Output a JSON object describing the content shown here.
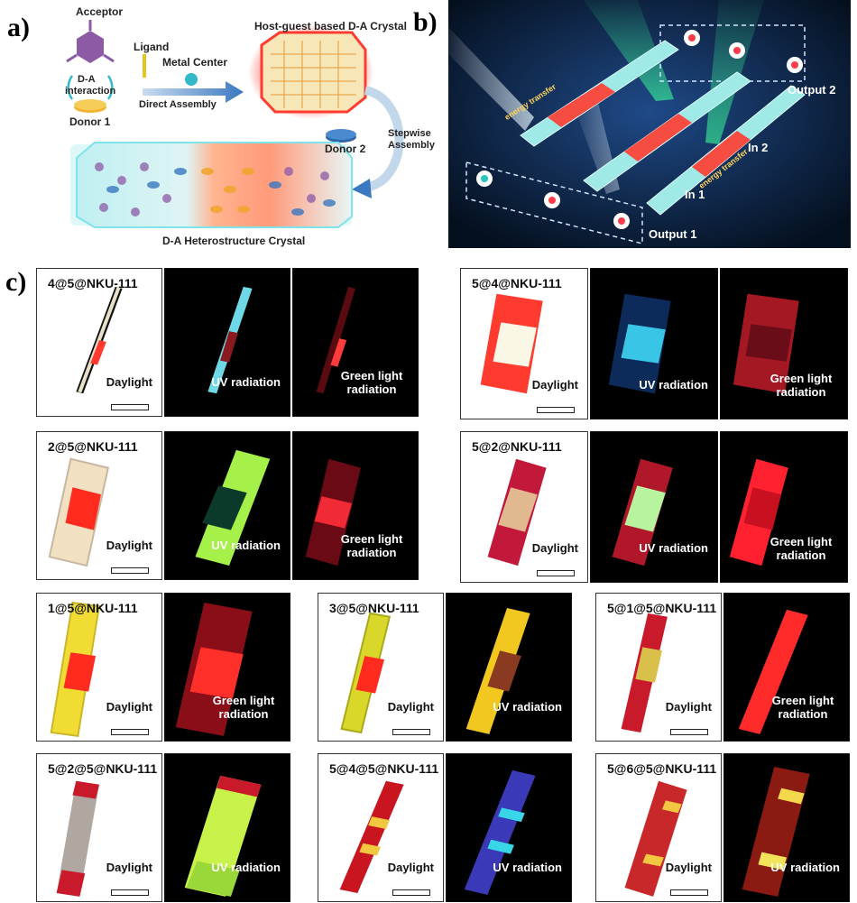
{
  "panels": {
    "a": "a)",
    "b": "b)",
    "c": "c)"
  },
  "panel_a": {
    "acceptor": "Acceptor",
    "da_interaction_1": "D-A",
    "da_interaction_2": "interaction",
    "donor1": "Donor 1",
    "ligand": "Ligand",
    "metal_center": "Metal Center",
    "direct_assembly": "Direct Assembly",
    "host_guest": "Host-guest based D-A Crystal",
    "donor2": "Donor 2",
    "stepwise_1": "Stepwise",
    "stepwise_2": "Assembly",
    "hetero": "D-A Heterostructure Crystal",
    "colors": {
      "acceptor": "#8d5aa6",
      "donor": "#f2b531",
      "metal": "#33b9c9",
      "donor2": "#3a78c0",
      "glow_red": "#ff3b2f",
      "glow_cyan": "#7fe3ea"
    }
  },
  "panel_b": {
    "output2": "Output 2",
    "output1": "Output 1",
    "in1": "In 1",
    "in2": "In 2",
    "energy_transfer": "energy transfer"
  },
  "panel_c": {
    "tiles": [
      {
        "id": "t1",
        "name": "4@5@NKU-111",
        "caption": "Daylight"
      },
      {
        "id": "t2",
        "caption": "UV radiation"
      },
      {
        "id": "t3",
        "caption": "Green light radiation",
        "cap1": "Green light",
        "cap2": "radiation"
      },
      {
        "id": "t4",
        "name": "5@4@NKU-111",
        "caption": "Daylight"
      },
      {
        "id": "t5",
        "caption": "UV radiation"
      },
      {
        "id": "t6",
        "cap1": "Green light",
        "cap2": "radiation"
      },
      {
        "id": "t7",
        "name": "2@5@NKU-111",
        "caption": "Daylight"
      },
      {
        "id": "t8",
        "caption": "UV radiation"
      },
      {
        "id": "t9",
        "cap1": "Green light",
        "cap2": "radiation"
      },
      {
        "id": "t10",
        "name": "5@2@NKU-111",
        "caption": "Daylight"
      },
      {
        "id": "t11",
        "caption": "UV radiation"
      },
      {
        "id": "t12",
        "cap1": "Green light",
        "cap2": "radiation"
      },
      {
        "id": "t13",
        "name": "1@5@NKU-111",
        "caption": "Daylight"
      },
      {
        "id": "t14",
        "cap1": "Green light",
        "cap2": "radiation"
      },
      {
        "id": "t15",
        "name": "3@5@NKU-111",
        "caption": "Daylight"
      },
      {
        "id": "t16",
        "caption": "UV radiation"
      },
      {
        "id": "t17",
        "name": "5@1@5@NKU-111",
        "caption": "Daylight"
      },
      {
        "id": "t18",
        "cap1": "Green light",
        "cap2": "radiation"
      },
      {
        "id": "t19",
        "name": "5@2@5@NKU-111",
        "caption": "Daylight"
      },
      {
        "id": "t20",
        "caption": "UV radiation"
      },
      {
        "id": "t21",
        "name": "5@4@5@NKU-111",
        "caption": "Daylight"
      },
      {
        "id": "t22",
        "caption": "UV radiation"
      },
      {
        "id": "t23",
        "name": "5@6@5@NKU-111",
        "caption": "Daylight"
      },
      {
        "id": "t24",
        "caption": "UV radiation"
      }
    ]
  }
}
